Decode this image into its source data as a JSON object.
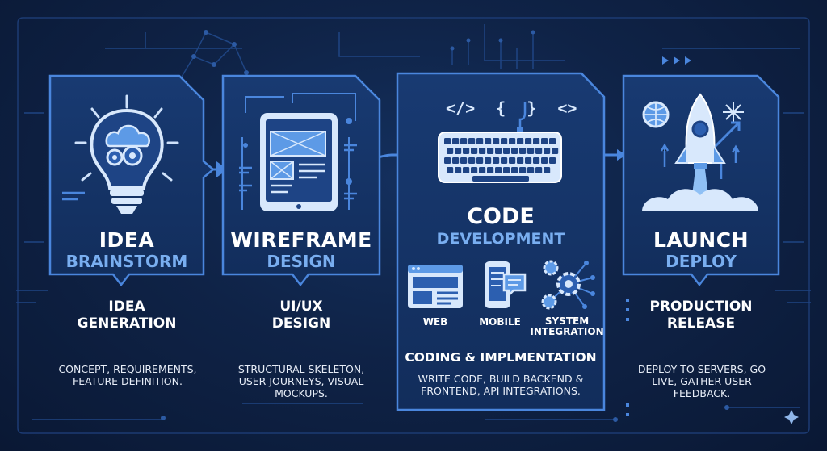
{
  "stages": [
    {
      "title": "IDEA",
      "subtitle": "BRAINSTORM",
      "label": "IDEA\nGENERATION",
      "description": "CONCEPT, REQUIREMENTS, FEATURE DEFINITION.",
      "icon": "lightbulb-cloud-gears-icon"
    },
    {
      "title": "WIREFRAME",
      "subtitle": "DESIGN",
      "label": "UI/UX\nDESIGN",
      "description": "STRUCTURAL SKELETON, USER JOURNEYS, VISUAL MOCKUPS.",
      "icon": "tablet-wireframe-icon"
    },
    {
      "title": "CODE",
      "subtitle": "DEVELOPMENT",
      "label": "CODING & IMPLMENTATION",
      "description": "WRITE CODE, BUILD BACKEND & FRONTEND, API INTEGRATIONS.",
      "icon": "keyboard-code-icon",
      "targets": [
        {
          "label": "WEB",
          "icon": "browser-window-icon"
        },
        {
          "label": "MOBILE",
          "icon": "smartphone-chat-icon"
        },
        {
          "label": "SYSTEM\nINTEGRATION",
          "icon": "network-gears-icon"
        }
      ],
      "code_symbols": [
        "</>",
        "{ }",
        "<>"
      ]
    },
    {
      "title": "LAUNCH",
      "subtitle": "DEPLOY",
      "label": "PRODUCTION\nRELEASE",
      "description": "DEPLOY TO SERVERS, GO LIVE, GATHER USER FEEDBACK.",
      "icon": "rocket-launch-icon"
    }
  ],
  "colors": {
    "background": "#0f2347",
    "border": "#4a86dd",
    "accent": "#79aef0",
    "icon_fill": "#b5d4f7"
  }
}
